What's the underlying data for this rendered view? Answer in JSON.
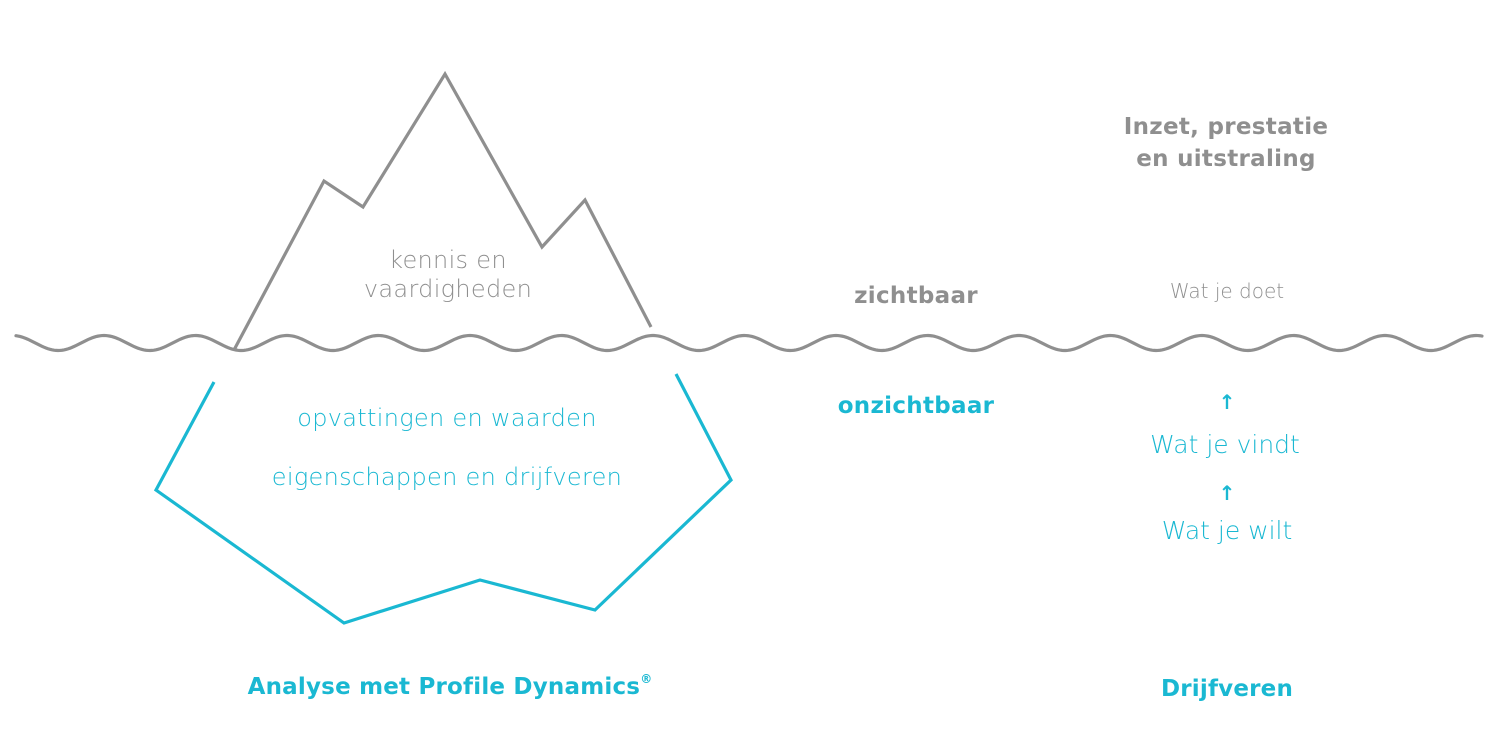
{
  "diagram": {
    "type": "iceberg-model",
    "colors": {
      "visible_grey": "#8f8f8f",
      "invisible_cyan": "#1ab8d2",
      "background": "#ffffff"
    },
    "iceberg": {
      "tip_label_line1": "kennis en",
      "tip_label_line2": "vaardigheden",
      "base_label_line1": "opvattingen en waarden",
      "base_label_line2": "eigenschappen en drijfveren"
    },
    "waterline": {
      "above_label": "zichtbaar",
      "below_label": "onzichtbaar"
    },
    "right_column": {
      "heading_line1": "Inzet, prestatie",
      "heading_line2": "en uitstraling",
      "visible_item": "Wat je doet",
      "arrow_1": "↑",
      "invisible_item_1": "Wat je vindt",
      "arrow_2": "↑",
      "invisible_item_2": "Wat je wilt"
    },
    "footer": {
      "left_label": "Analyse met Profile Dynamics",
      "left_label_mark": "®",
      "right_label": "Drijfveren"
    }
  }
}
